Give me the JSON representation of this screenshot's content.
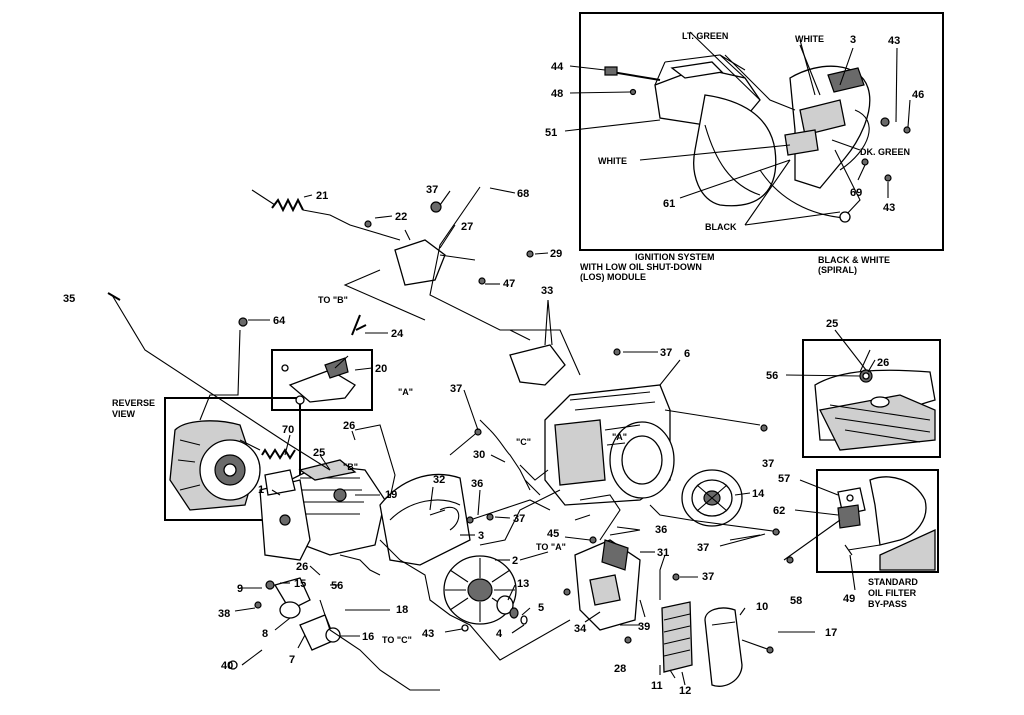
{
  "callouts": {
    "c44": "44",
    "c48": "48",
    "c51": "51",
    "c3a": "3",
    "c43a": "43",
    "c46": "46",
    "c69": "69",
    "c43b": "43",
    "c61": "61",
    "c21": "21",
    "c37a": "37",
    "c68": "68",
    "c22": "22",
    "c27": "27",
    "c29": "29",
    "c47": "47",
    "c24": "24",
    "c35": "35",
    "c64": "64",
    "c20": "20",
    "c33": "33",
    "c37b": "37",
    "c6": "6",
    "c37c": "37",
    "c26a": "26",
    "c70": "70",
    "c25a": "25",
    "c19": "19",
    "c1": "1",
    "c32": "32",
    "c36a": "36",
    "c30": "30",
    "c37d": "37",
    "c36b": "36",
    "c14": "14",
    "c37e": "37",
    "c3b": "3",
    "c2": "2",
    "c45": "45",
    "c31": "31",
    "c37f": "37",
    "c26b": "26",
    "c56a": "56",
    "c15": "15",
    "c9": "9",
    "c38": "38",
    "c8": "8",
    "c7": "7",
    "c40": "40",
    "c18": "18",
    "c16": "16",
    "c13": "13",
    "c5": "5",
    "c4": "4",
    "c43c": "43",
    "c34": "34",
    "c39": "39",
    "c10": "10",
    "c17": "17",
    "c28": "28",
    "c11": "11",
    "c12": "12",
    "c25b": "25",
    "c26c": "26",
    "c56b": "56",
    "c57": "57",
    "c62": "62",
    "c58": "58",
    "c49": "49"
  },
  "labels": {
    "lt_green": "LT. GREEN",
    "white_top": "WHITE",
    "white_left": "WHITE",
    "dk_green": "DK. GREEN",
    "black": "BLACK",
    "ignition_1": "IGNITION SYSTEM",
    "ignition_2": "WITH LOW OIL SHUT-DOWN",
    "ignition_3": "(LOS) MODULE",
    "bw_1": "BLACK & WHITE",
    "bw_2": "(SPIRAL)",
    "reverse_1": "REVERSE",
    "reverse_2": "VIEW",
    "to_b": "TO \"B\"",
    "to_a": "TO \"A\"",
    "to_c": "TO \"C\"",
    "mark_a1": "\"A\"",
    "mark_a2": "\"A\"",
    "mark_b": "\"B\"",
    "mark_c": "\"C\"",
    "filter_1": "STANDARD",
    "filter_2": "OIL FILTER",
    "filter_3": "BY-PASS"
  }
}
